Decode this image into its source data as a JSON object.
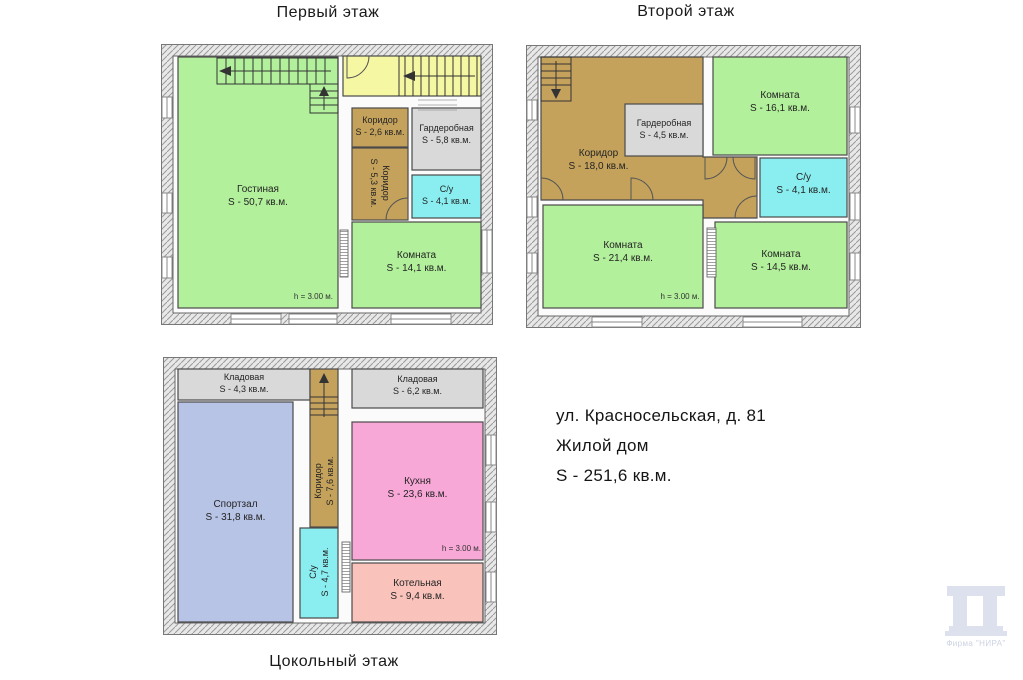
{
  "titles": {
    "floor1": "Первый этаж",
    "floor2": "Второй этаж",
    "basement": "Цокольный этаж"
  },
  "info": {
    "line1": "ул. Красносельская, д. 81",
    "line2": "Жилой дом",
    "line3": "S - 251,6 кв.м."
  },
  "watermark": {
    "caption": "Фирма \"НИРА\""
  },
  "colors": {
    "room_green": "#b2f09b",
    "stair_yellow": "#f6f7a3",
    "corridor_brown": "#c4a25c",
    "storage_gray": "#d9d9d9",
    "bath_cyan": "#8aeef0",
    "gym_lavender": "#b7c4e6",
    "kitchen_pink": "#f8a8d7",
    "boiler_salmon": "#f9c3bc"
  },
  "floor1": {
    "height_note": "h = 3.00 м.",
    "rooms": {
      "living": {
        "name": "Гостиная",
        "area": "S - 50,7 кв.м."
      },
      "corridor_small": {
        "name": "Коридор",
        "area": "S - 2,6 кв.м."
      },
      "corridor_vert": {
        "name": "Коридор",
        "area": "S - 5,3 кв.м."
      },
      "wardrobe": {
        "name": "Гардеробная",
        "area": "S - 5,8 кв.м."
      },
      "bathroom": {
        "name": "С/у",
        "area": "S - 4,1 кв.м."
      },
      "room": {
        "name": "Комната",
        "area": "S - 14,1 кв.м."
      }
    }
  },
  "floor2": {
    "height_note": "h = 3.00 м.",
    "rooms": {
      "corridor": {
        "name": "Коридор",
        "area": "S - 18,0 кв.м."
      },
      "wardrobe": {
        "name": "Гардеробная",
        "area": "S - 4,5 кв.м."
      },
      "room1": {
        "name": "Комната",
        "area": "S - 16,1 кв.м."
      },
      "bathroom": {
        "name": "С/у",
        "area": "S - 4,1 кв.м."
      },
      "room2": {
        "name": "Комната",
        "area": "S - 21,4 кв.м."
      },
      "room3": {
        "name": "Комната",
        "area": "S - 14,5 кв.м."
      }
    }
  },
  "basement": {
    "height_note": "h = 3.00 м.",
    "rooms": {
      "storage1": {
        "name": "Кладовая",
        "area": "S - 4,3 кв.м."
      },
      "gym": {
        "name": "Спортзал",
        "area": "S - 31,8 кв.м."
      },
      "corridor": {
        "name": "Коридор",
        "area": "S - 7,6 кв.м."
      },
      "storage2": {
        "name": "Кладовая",
        "area": "S - 6,2 кв.м."
      },
      "kitchen": {
        "name": "Кухня",
        "area": "S - 23,6 кв.м."
      },
      "bathroom": {
        "name": "С/у",
        "area": "S - 4,7 кв.м."
      },
      "boiler": {
        "name": "Котельная",
        "area": "S - 9,4 кв.м."
      }
    }
  }
}
